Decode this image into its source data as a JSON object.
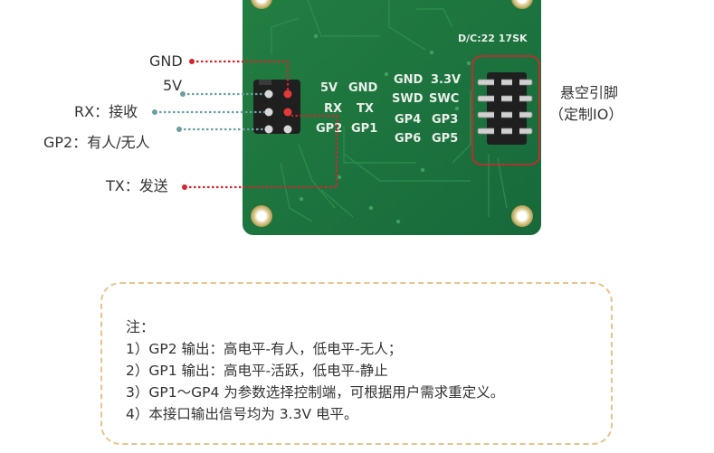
{
  "board": {
    "code": "D/C:22 17SK",
    "silk": {
      "row1": [
        "5V",
        "GND"
      ],
      "row2": [
        "RX",
        "TX"
      ],
      "row3": [
        "GP2",
        "GP1"
      ],
      "right1": [
        "GND",
        "3.3V"
      ],
      "right2": [
        "SWD",
        "SWC"
      ],
      "right3": [
        "GP4",
        "GP3"
      ],
      "right4": [
        "GP6",
        "GP5"
      ]
    }
  },
  "callouts": {
    "gnd": "GND",
    "v5": "5V",
    "rx": "RX：接收",
    "gp2": "GP2：有人/无人",
    "tx": "TX：发送",
    "reserved_line1": "悬空引脚",
    "reserved_line2": "（定制IO）"
  },
  "colors": {
    "pcb": "#1d7a3c",
    "gnd_line": "#d9232d",
    "signal_line": "#6aa0a0",
    "notes_border": "#e8c38c"
  },
  "notes": {
    "title": "注：",
    "items": [
      "1）GP2 输出：高电平-有人，低电平-无人；",
      "2）GP1 输出：高电平-活跃，低电平-静止",
      "3）GP1～GP4 为参数选择控制端，可根据用户需求重定义。",
      "4）本接口输出信号均为 3.3V 电平。"
    ]
  }
}
